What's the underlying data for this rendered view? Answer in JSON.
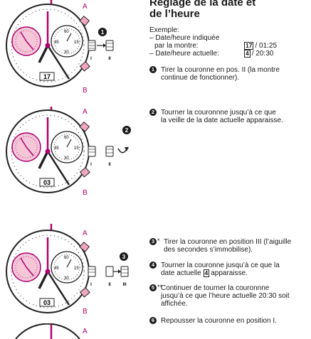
{
  "colors": {
    "accent": "#b0006e",
    "crown_pink": "#f0a6be",
    "subdial_pink": "#f4c6d8"
  },
  "title": {
    "line1": "Réglage de la date et",
    "line2": "de l’heure"
  },
  "intro": {
    "example_label": "Exemple:",
    "shown_label_1": "– Date/heure indiquée",
    "shown_label_2": "par la montre:",
    "shown_date": "17",
    "shown_time": "/ 01:25",
    "current_label": "– Date/heure actuelle:",
    "current_date": "4",
    "current_time": "/ 20:30"
  },
  "steps": [
    {
      "num": "1",
      "line1": "Tirer la couronne en pos. II (la montre",
      "line2": "continue de fonctionner)."
    },
    {
      "num": "2",
      "line1": "Tourner la couronnne jusqu’à ce que",
      "line2": "la veille de la date actuelle apparaisse."
    },
    {
      "num": "3",
      "star": "*",
      "line1": "Tirer la couronne en position III (l’aiguille",
      "line2": "des secondes s’immobilise)."
    },
    {
      "num": "4",
      "line1": "Tourner la couronne jusqu’à ce que la",
      "line2_pre": "date actuelle",
      "line2_box": "4",
      "line2_post": "apparaisse."
    },
    {
      "num": "5",
      "star": "**",
      "line1": "Continuer de tourner la couronnne",
      "line2": "jusqu’à ce que l’heure actuelle 20:30 soit",
      "line3": "affichée."
    },
    {
      "num": "6",
      "line1": "Repousser la couronne en position I."
    }
  ],
  "figures": [
    {
      "label_a": "A",
      "label_b": "B",
      "date": "17",
      "step_badge": "1",
      "positions": [
        "I",
        "II"
      ]
    },
    {
      "label_a": "A",
      "label_b": "B",
      "date": "03",
      "step_badge": "2",
      "positions": [
        "I",
        "II"
      ]
    },
    {
      "label_a": "A",
      "label_b": "B",
      "date": "03",
      "step_badge": "3",
      "positions": [
        "I",
        "II",
        "III"
      ]
    },
    {
      "label_a": "A"
    }
  ],
  "subdial_labels": {
    "top": "60",
    "left": "45",
    "right": "15",
    "bottom": "30"
  }
}
